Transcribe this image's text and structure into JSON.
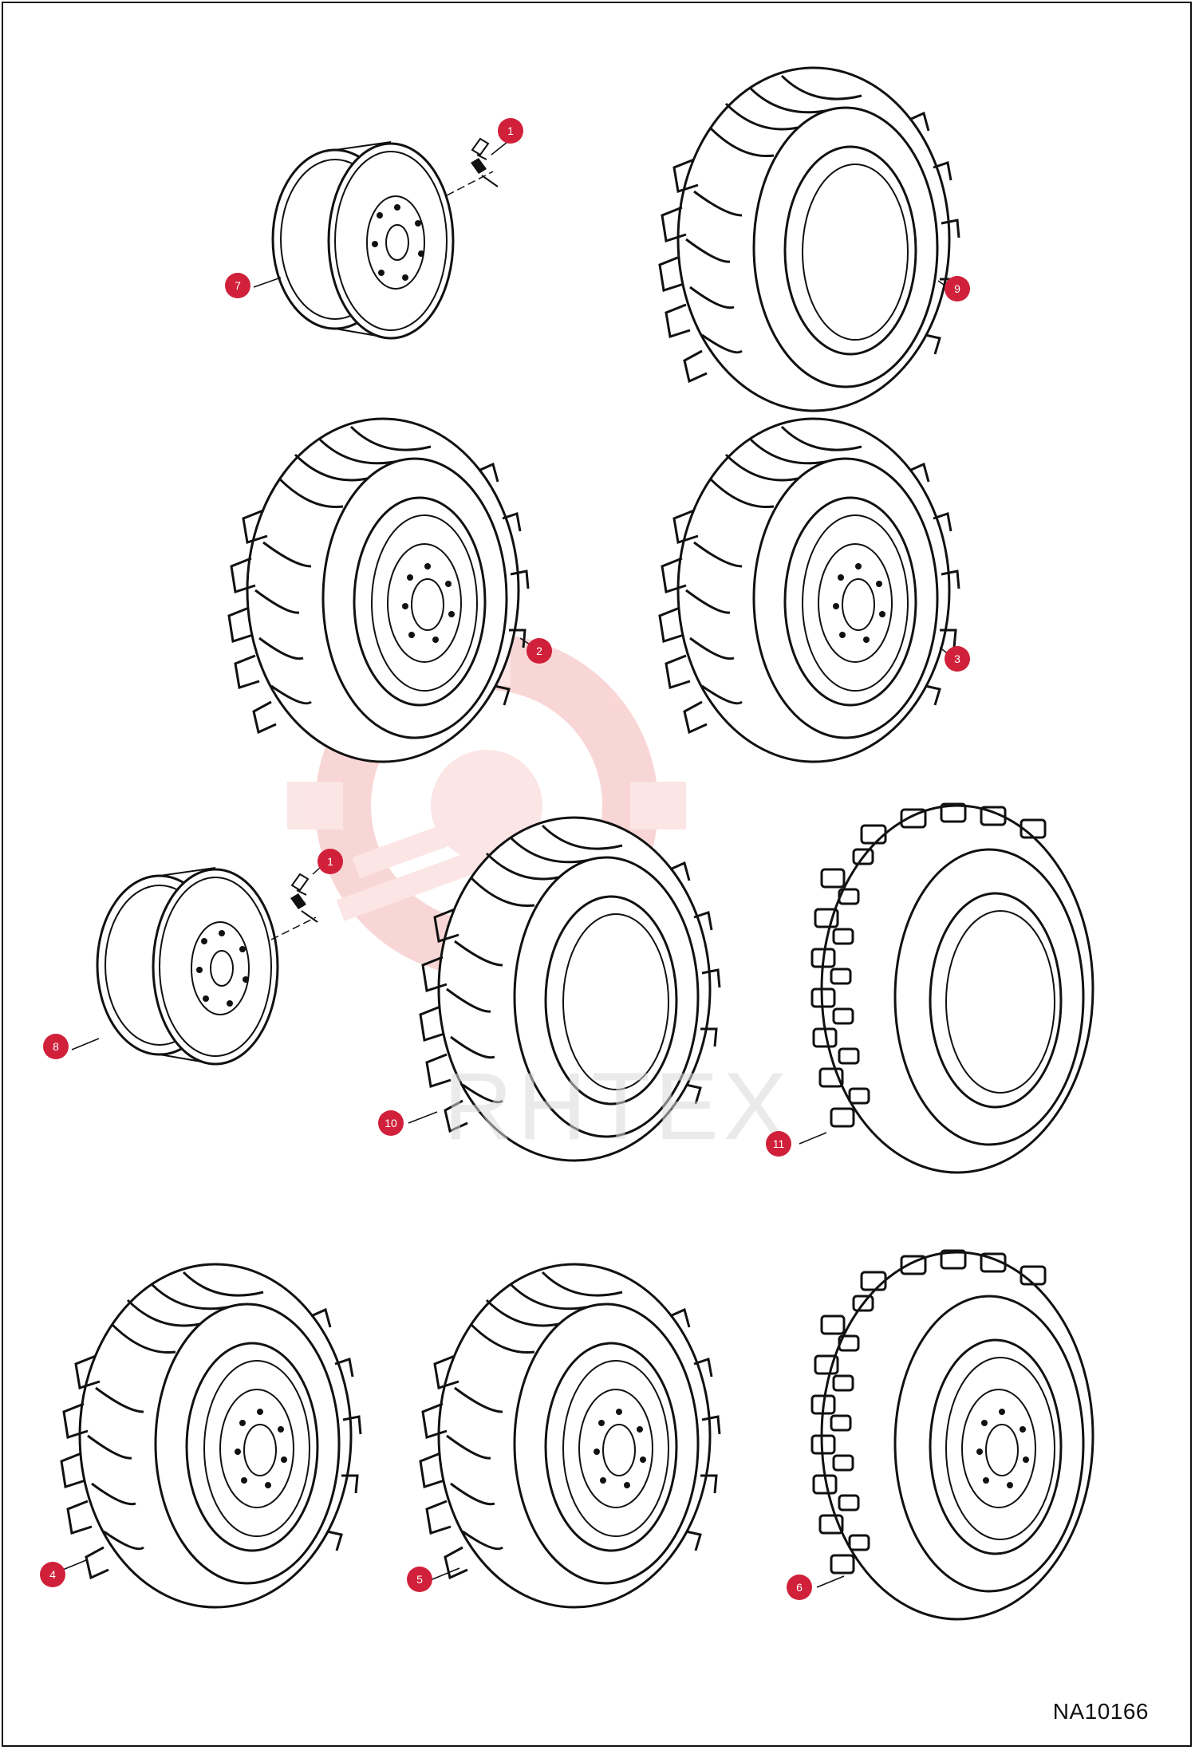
{
  "figure_id": "NA10166",
  "watermark": "RHTEX",
  "colors": {
    "callout": "#d0203a",
    "line": "#111111",
    "watermark": "#f4b6b6"
  },
  "parts": [
    {
      "number": "1",
      "name": "valve stem"
    },
    {
      "number": "7",
      "name": "rim"
    },
    {
      "number": "9",
      "name": "tire"
    },
    {
      "number": "2",
      "name": "tire and rim"
    },
    {
      "number": "3",
      "name": "tire and rim"
    },
    {
      "number": "1",
      "name": "valve stem"
    },
    {
      "number": "8",
      "name": "rim"
    },
    {
      "number": "10",
      "name": "tire"
    },
    {
      "number": "11",
      "name": "tire"
    },
    {
      "number": "4",
      "name": "tire and rim"
    },
    {
      "number": "5",
      "name": "tire and rim"
    },
    {
      "number": "6",
      "name": "tire and rim"
    }
  ]
}
